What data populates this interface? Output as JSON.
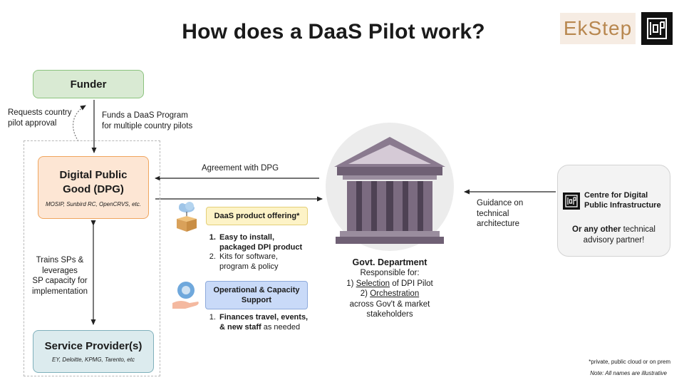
{
  "title": "How does a DaaS Pilot work?",
  "logos": {
    "ekstep": "EkStep",
    "cdpi": "cdpi"
  },
  "funder": {
    "label": "Funder"
  },
  "dpg": {
    "title_line1": "Digital Public",
    "title_line2": "Good (DPG)",
    "examples": "MOSIP, Sunbird RC, OpenCRVS, etc."
  },
  "service_provider": {
    "title": "Service Provider(s)",
    "examples": "EY, Deloitte, KPMG, Tarento,  etc"
  },
  "arrows": {
    "requests_l1": "Requests country",
    "requests_l2": "pilot approval",
    "funds_l1": "Funds a DaaS Program",
    "funds_l2": "for multiple country pilots",
    "agreement": "Agreement with  DPG",
    "trains_l1": "Trains SPs &",
    "trains_l2": "leverages",
    "trains_l3": "SP capacity  for",
    "trains_l4": "implementation",
    "guidance_l1": "Guidance on",
    "guidance_l2": "technical",
    "guidance_l3": "architecture"
  },
  "daas_offering": {
    "label": "DaaS product offering*",
    "item1_l1": "Easy to install,",
    "item1_l2": "packaged DPI product",
    "item2_l1": "Kits for software,",
    "item2_l2": "program & policy"
  },
  "ops_support": {
    "label_l1": "Operational & Capacity",
    "label_l2": "Support",
    "item1_l1": "Finances travel, events,",
    "item1_l2_bold": "& new staff",
    "item1_l2_rest": " as needed"
  },
  "govt": {
    "title": "Govt. Department",
    "resp": "Responsible for:",
    "r1_prefix": "1) ",
    "r1_u": "Selection",
    "r1_rest": " of DPI Pilot",
    "r2_prefix": "2) ",
    "r2_u": "Orchestration",
    "r2_l2": "across Gov't & market",
    "r2_l3": "stakeholders"
  },
  "cdpi": {
    "name_l1": "Centre for Digital",
    "name_l2": "Public Infrastructure",
    "other_bold": "Or any other",
    "other_rest": " technical",
    "other_l2": "advisory partner!"
  },
  "notes": {
    "n1": "*private, public cloud or on prem",
    "n2": "Note: All names are illustrative"
  },
  "colors": {
    "funder": "#d9ead3",
    "dpg": "#fde6d4",
    "sp": "#dcebee",
    "daas": "#fdf3c7",
    "ops": "#c9daf8",
    "building": "#8a7a8f"
  }
}
